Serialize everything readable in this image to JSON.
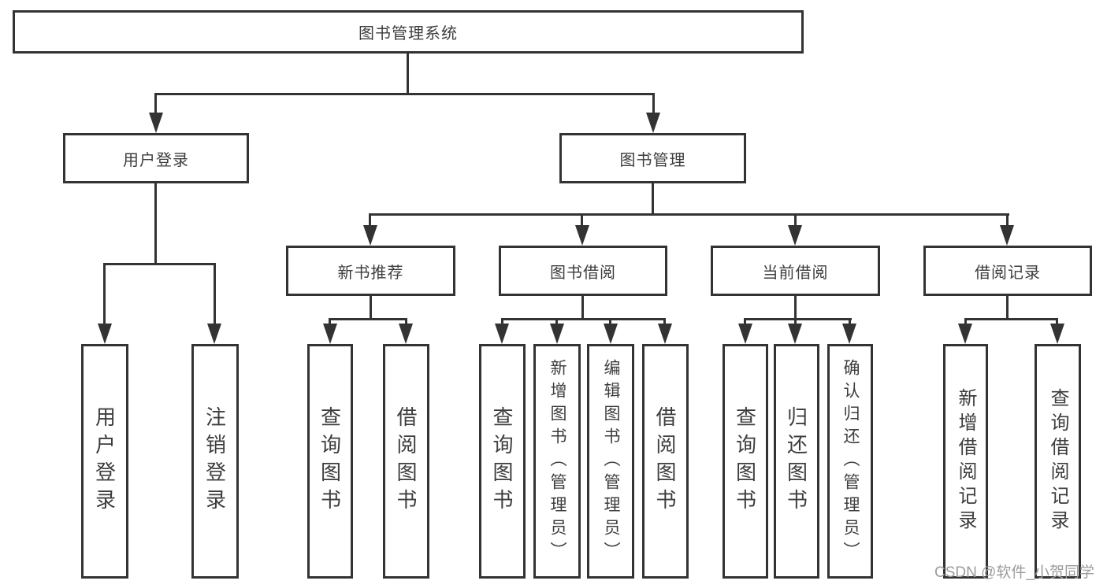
{
  "diagram": {
    "root": {
      "label": "图书管理系统"
    },
    "level2": [
      {
        "label": "用户登录"
      },
      {
        "label": "图书管理"
      }
    ],
    "level3": [
      {
        "label": "新书推荐",
        "parent": "图书管理"
      },
      {
        "label": "图书借阅",
        "parent": "图书管理"
      },
      {
        "label": "当前借阅",
        "parent": "图书管理"
      },
      {
        "label": "借阅记录",
        "parent": "图书管理"
      }
    ],
    "leaves": [
      {
        "label": "用户登录",
        "parent": "用户登录"
      },
      {
        "label": "注销登录",
        "parent": "用户登录"
      },
      {
        "label": "查询图书",
        "parent": "新书推荐"
      },
      {
        "label": "借阅图书",
        "parent": "新书推荐"
      },
      {
        "label": "查询图书",
        "parent": "图书借阅"
      },
      {
        "label": "新增图书（管理员）",
        "parent": "图书借阅"
      },
      {
        "label": "编辑图书（管理员）",
        "parent": "图书借阅"
      },
      {
        "label": "借阅图书",
        "parent": "图书借阅"
      },
      {
        "label": "查询图书",
        "parent": "当前借阅"
      },
      {
        "label": "归还图书",
        "parent": "当前借阅"
      },
      {
        "label": "确认归还（管理员）",
        "parent": "当前借阅"
      },
      {
        "label": "新增借阅记录",
        "parent": "借阅记录"
      },
      {
        "label": "查询借阅记录",
        "parent": "借阅记录"
      }
    ]
  },
  "watermark": {
    "text": "CSDN @软件_小贺同学"
  },
  "colors": {
    "line": "#333333",
    "text": "#3d3d3d",
    "watermark": "#9c9c9c",
    "background": "#ffffff"
  }
}
